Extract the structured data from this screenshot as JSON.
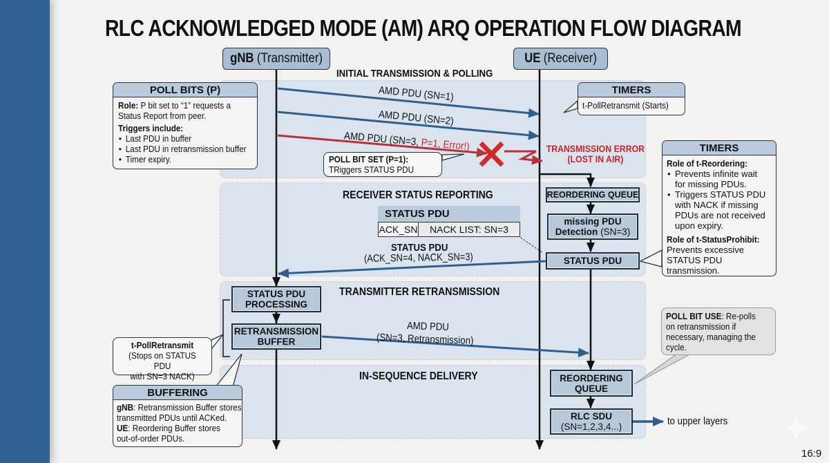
{
  "title": "RLC ACKNOWLEDGED MODE (AM) ARQ OPERATION FLOW DIAGRAM",
  "entities": {
    "gnb": {
      "bold": "gNB",
      "rest": "(Transmitter)"
    },
    "ue": {
      "bold": "UE",
      "rest": "(Receiver)"
    }
  },
  "phases": [
    {
      "label": "INITIAL TRANSMISSION & POLLING"
    },
    {
      "label": "RECEIVER STATUS REPORTING"
    },
    {
      "label": "TRANSMITTER RETRANSMISSION"
    },
    {
      "label": "IN-SEQUENCE DELIVERY"
    }
  ],
  "messages": {
    "amd1": "AMD PDU (SN=1)",
    "amd2": "AMD PDU (SN=2)",
    "amd3_black": "AMD PDU (SN=3, ",
    "amd3_red": "P=1, Error!)",
    "tx_error_line1": "TRANSMISSION ERROR",
    "tx_error_line2": "(LOST IN AIR)",
    "status_title": "STATUS PDU",
    "status_detail": "(ACK_SN=4, NACK_SN=3)",
    "retx_line1": "AMD PDU",
    "retx_line2": "(SN=3, Retransmission)",
    "upper_layers": "to upper layers"
  },
  "poll_bits_card": {
    "header": "POLL BITS (P)",
    "role_label": "Role:",
    "role_text": " P bit set to “1” requests a",
    "role_text2": "Status Report from peer.",
    "triggers_label": "Triggers include:",
    "triggers": [
      "Last PDU in buffer",
      "Last PDU in retransmission buffer",
      "Timer expiry."
    ]
  },
  "timers_card_top": {
    "header": "TIMERS",
    "text": "t-PollRetransmit (Starts)"
  },
  "timers_card_right": {
    "header": "TIMERS",
    "reordering_label": "Role of t-Reordering:",
    "reordering_items": [
      "Prevents infinite wait for missing PDUs.",
      "Triggers STATUS PDU with NACK if missing PDUs are not received upon expiry."
    ],
    "prohibit_label": "Role of t-StatusProhibit:",
    "prohibit_text": "Prevents excessive STATUS PDU transmission."
  },
  "poll_bit_set_callout": {
    "bold": "POLL BIT SET (P=1):",
    "text": "TRiggers STATUS PDU"
  },
  "status_pdu_table": {
    "header": "STATUS PDU",
    "cells": [
      "ACK_SN",
      "NACK LIST: SN=3"
    ]
  },
  "ue_boxes": {
    "reordering_queue": "REORDERING QUEUE",
    "missing_bold": "missing PDU",
    "missing_bold2": "Detection",
    "missing_rest": " (SN=3)",
    "status_pdu": "STATUS PDU",
    "reordering_queue2_l1": "REORDERING",
    "reordering_queue2_l2": "QUEUE",
    "rlc_sdu_l1": "RLC SDU",
    "rlc_sdu_l2": "(SN=1,2,3,4...)"
  },
  "gnb_boxes": {
    "processing_l1": "STATUS PDU",
    "processing_l2": "PROCESSING",
    "buffer_l1": "RETRANSMISSION",
    "buffer_l2": "BUFFER"
  },
  "poll_retransmit_callout": {
    "bold": "t-PollRetransmit",
    "line2": "(Stops on STATUS PDU",
    "line3": "with SN=3 NACK)"
  },
  "buffering_card": {
    "header": "BUFFERING",
    "gnb_label": "gNB",
    "gnb_text": ": Retransmission Buffer stores",
    "gnb_text2": "transmitted PDUs until ACKed.",
    "ue_label": "UE",
    "ue_text": ": Reordering Buffer stores",
    "ue_text2": "out-of-order PDUs."
  },
  "poll_bit_use_callout": {
    "bold": "POLL BIT USE",
    "text": ": Re-polls",
    "line2": "on retransmission if",
    "line3": "necessary, managing the",
    "line4": "cycle."
  },
  "aspect_ratio": "16:9",
  "colors": {
    "side_band": "#2f5f93",
    "arrow_blue": "#2f5f8f",
    "arrow_red": "#b8323a",
    "error_red": "#c0262c",
    "box_fill": "#b6c8da",
    "phase_fill": "#dbe4ee"
  }
}
